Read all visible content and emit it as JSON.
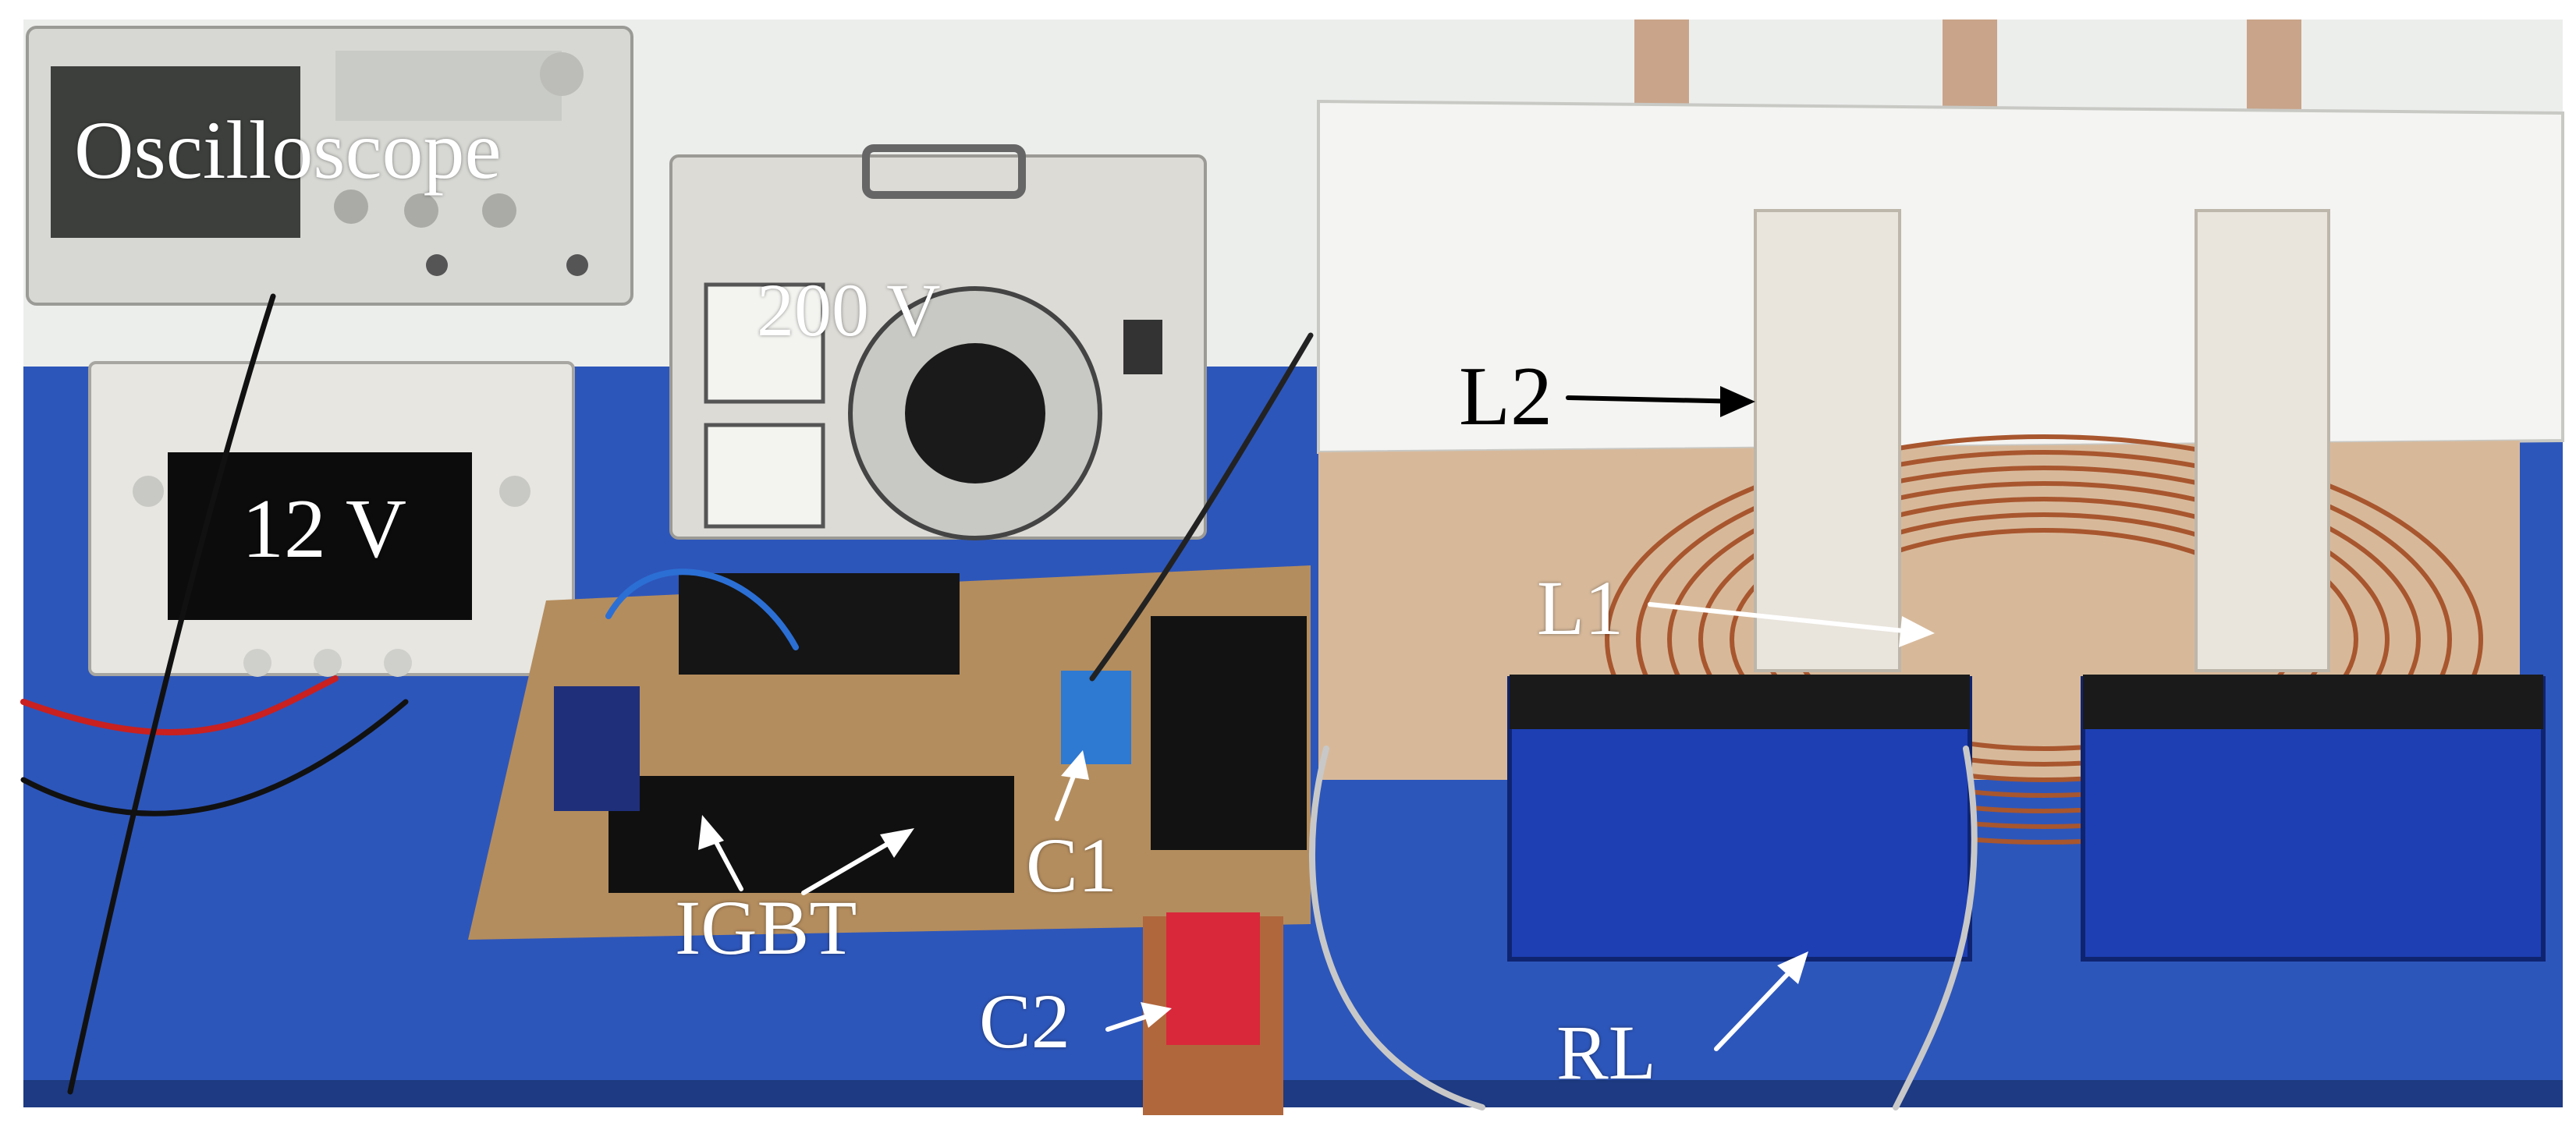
{
  "photo": {
    "description_colors": {
      "bench": "#2c55b8",
      "wall": "#eef0ee",
      "panel": "#f6f6f4",
      "copper": "#a0502d",
      "resistor_blue": "#1e3fb4",
      "board": "#b58a5a",
      "cap_red": "#d8283a"
    }
  },
  "labels": {
    "oscilloscope": "Oscilloscope",
    "v12": "12 V",
    "v200": "200 V",
    "l2": "L2",
    "l1": "L1",
    "igbt": "IGBT",
    "c1": "C1",
    "c2": "C2",
    "rl": "RL"
  }
}
